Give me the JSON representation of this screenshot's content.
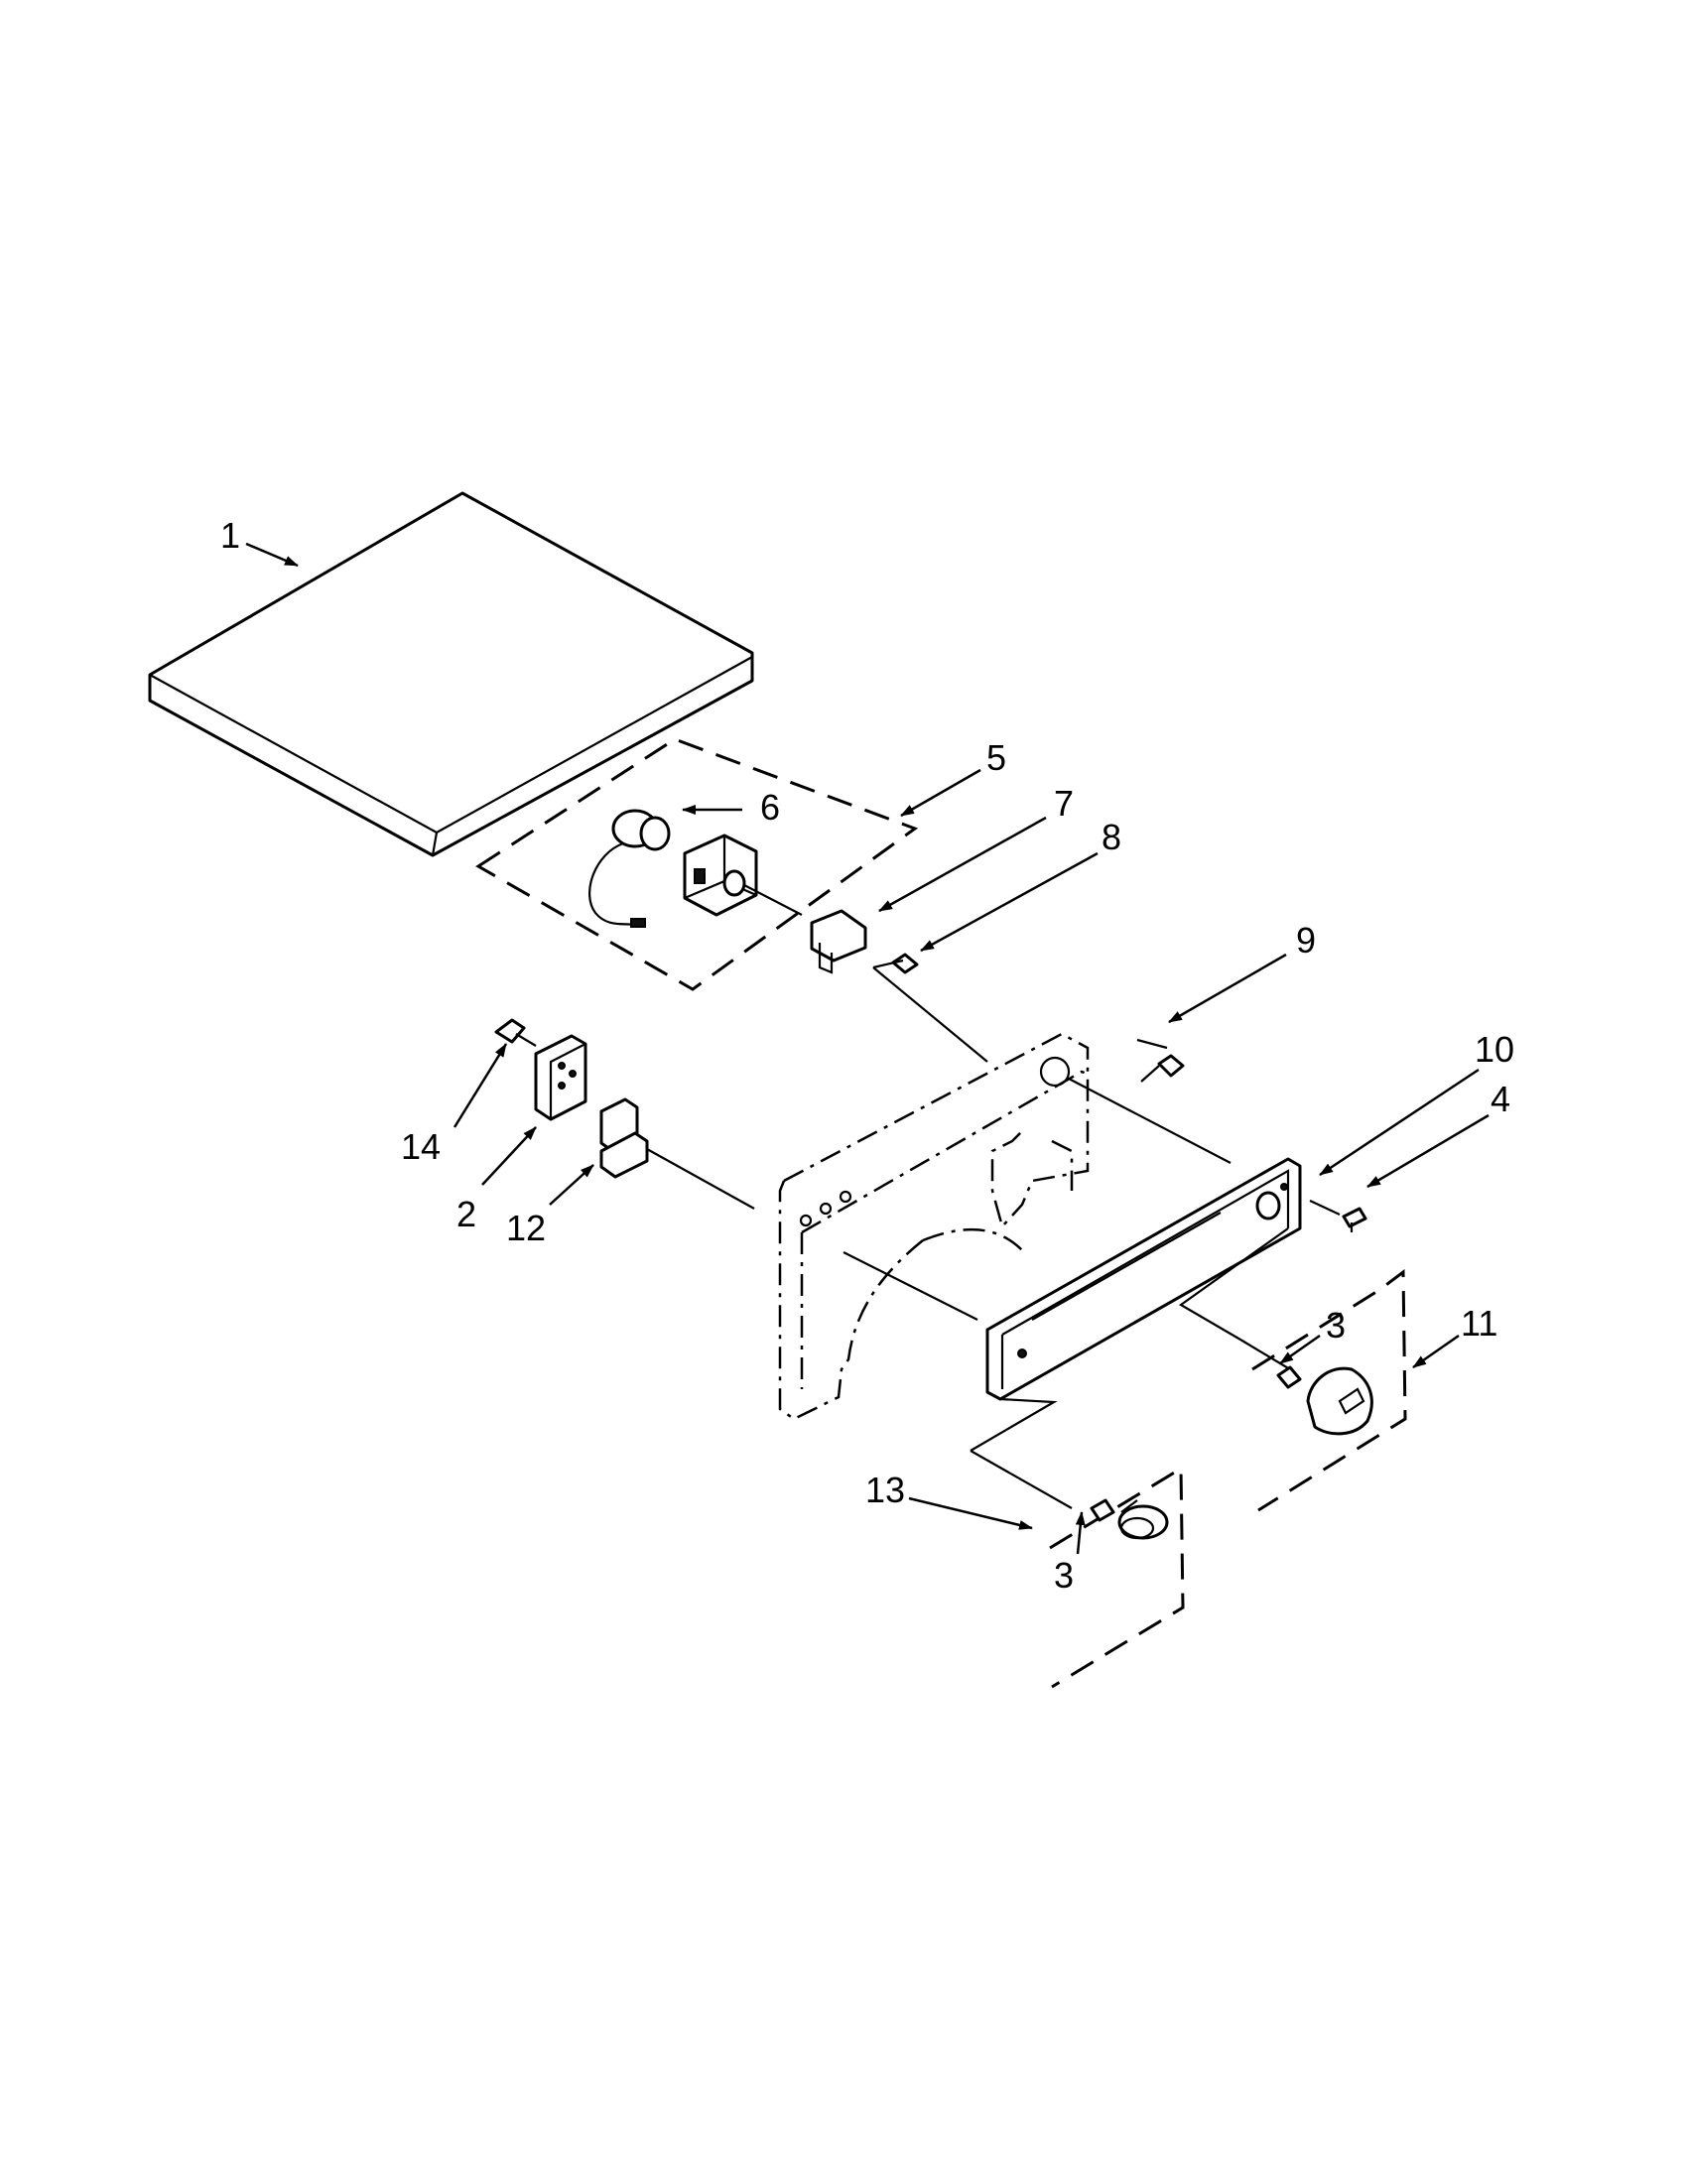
{
  "callouts": [
    {
      "key": "1",
      "text": "1"
    },
    {
      "key": "2",
      "text": "2"
    },
    {
      "key": "3a",
      "text": "3"
    },
    {
      "key": "3b",
      "text": "3"
    },
    {
      "key": "4",
      "text": "4"
    },
    {
      "key": "5",
      "text": "5"
    },
    {
      "key": "6",
      "text": "6"
    },
    {
      "key": "7",
      "text": "7"
    },
    {
      "key": "8",
      "text": "8"
    },
    {
      "key": "9",
      "text": "9"
    },
    {
      "key": "10",
      "text": "10"
    },
    {
      "key": "11",
      "text": "11"
    },
    {
      "key": "12",
      "text": "12"
    },
    {
      "key": "13",
      "text": "13"
    },
    {
      "key": "14",
      "text": "14"
    }
  ],
  "colors": {
    "line": "#000000",
    "background": "#ffffff"
  }
}
